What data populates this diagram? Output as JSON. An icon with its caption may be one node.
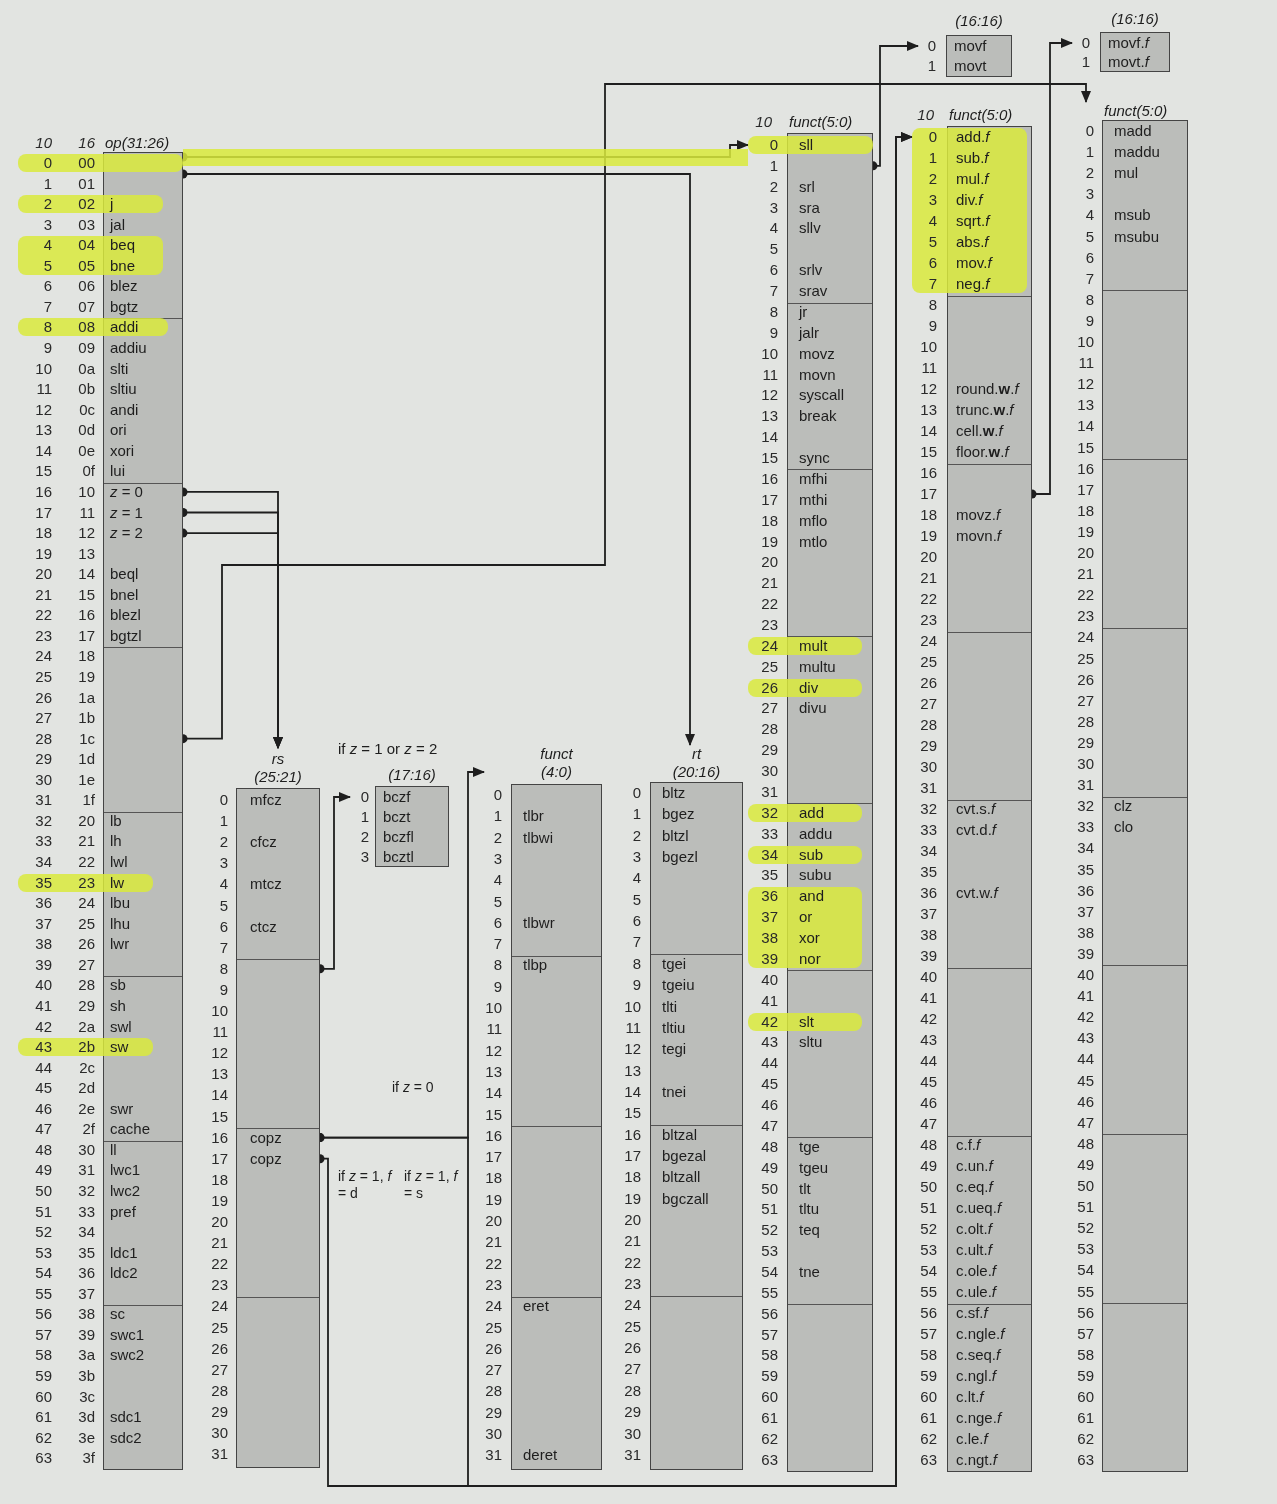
{
  "diagram": {
    "nodes": [
      {
        "text": [
          "op(31:26)",
          "j",
          "jal",
          "beq",
          "bne",
          "blez",
          "bgtz",
          "addi",
          "addiu",
          "slti",
          "sltiu",
          "andi",
          "ori",
          "xori",
          "lui",
          "*z* = 0",
          "*z* = 1",
          "*z* = 2",
          "beql",
          "bnel",
          "blezl",
          "bgtzl",
          "lb",
          "lh",
          "lwl",
          "lw",
          "lbu",
          "lhu",
          "lwr",
          "sb",
          "sh",
          "swl",
          "sw",
          "swr",
          "cache",
          "ll",
          "lwc1",
          "lwc2",
          "pref",
          "ldc1",
          "ldc2",
          "sc",
          "swc1",
          "swc2",
          "sdc1",
          "sdc2",
          "10",
          "16",
          "0",
          "1",
          "2",
          "3",
          "4",
          "5",
          "6",
          "7",
          "8",
          "9",
          "10",
          "11",
          "12",
          "13",
          "14",
          "15",
          "16",
          "17",
          "18",
          "19",
          "20",
          "21",
          "22",
          "23",
          "24",
          "25",
          "26",
          "27",
          "28",
          "29",
          "30",
          "31",
          "32",
          "33",
          "34",
          "35",
          "36",
          "37",
          "38",
          "39",
          "40",
          "41",
          "42",
          "43",
          "44",
          "45",
          "46",
          "47",
          "48",
          "49",
          "50",
          "51",
          "52",
          "53",
          "54",
          "55",
          "56",
          "57",
          "58",
          "59",
          "60",
          "61",
          "62",
          "63",
          "00",
          "01",
          "02",
          "03",
          "04",
          "05",
          "06",
          "07",
          "08",
          "09",
          "0a",
          "0b",
          "0c",
          "0d",
          "0e",
          "0f",
          "10",
          "11",
          "12",
          "13",
          "14",
          "15",
          "16",
          "17",
          "18",
          "19",
          "1a",
          "1b",
          "1c",
          "1d",
          "1e",
          "1f",
          "20",
          "21",
          "22",
          "23",
          "24",
          "25",
          "26",
          "27",
          "28",
          "29",
          "2a",
          "2b",
          "2c",
          "2d",
          "2e",
          "2f",
          "30",
          "31",
          "32",
          "33",
          "34",
          "35",
          "36",
          "37",
          "38",
          "39",
          "3a",
          "3b",
          "3c",
          "3d",
          "3e",
          "3f"
        ]
      },
      {
        "text": [
          "rs (25:21)",
          "mfcz",
          "cfcz",
          "mtcz",
          "ctcz",
          "copz",
          "copz",
          "0",
          "1",
          "2",
          "3",
          "4",
          "5",
          "6",
          "7",
          "8",
          "9",
          "10",
          "11",
          "12",
          "13",
          "14",
          "15",
          "16",
          "17",
          "18",
          "19",
          "20",
          "21",
          "22",
          "23",
          "24",
          "25",
          "26",
          "27",
          "28",
          "29",
          "30",
          "31"
        ]
      },
      {
        "text": [
          "(17:16)",
          "bczf",
          "bczt",
          "bczfl",
          "bcztl",
          "0",
          "1",
          "2",
          "3"
        ]
      },
      {
        "text": [
          "funct (4:0)",
          "tlbr",
          "tlbwi",
          "tlbwr",
          "tlbp",
          "eret",
          "deret",
          "0",
          "1",
          "2",
          "3",
          "4",
          "5",
          "6",
          "7",
          "8",
          "9",
          "10",
          "11",
          "12",
          "13",
          "14",
          "15",
          "16",
          "17",
          "18",
          "19",
          "20",
          "21",
          "22",
          "23",
          "24",
          "25",
          "26",
          "27",
          "28",
          "29",
          "30",
          "31"
        ]
      },
      {
        "text": [
          "rt (20:16)",
          "bltz",
          "bgez",
          "bltzl",
          "bgezl",
          "tgei",
          "tgeiu",
          "tlti",
          "tltiu",
          "tegi",
          "tnei",
          "bltzal",
          "bgezal",
          "bltzall",
          "bgczall",
          "0",
          "1",
          "2",
          "3",
          "4",
          "5",
          "6",
          "7",
          "8",
          "9",
          "10",
          "11",
          "12",
          "13",
          "14",
          "15",
          "16",
          "17",
          "18",
          "19",
          "20",
          "21",
          "22",
          "23",
          "24",
          "25",
          "26",
          "27",
          "28",
          "29",
          "30",
          "31"
        ]
      },
      {
        "text": [
          "funct(5:0)",
          "sll",
          "srl",
          "sra",
          "sllv",
          "srlv",
          "srav",
          "jr",
          "jalr",
          "movz",
          "movn",
          "syscall",
          "break",
          "sync",
          "mfhi",
          "mthi",
          "mflo",
          "mtlo",
          "mult",
          "multu",
          "div",
          "divu",
          "add",
          "addu",
          "sub",
          "subu",
          "and",
          "or",
          "xor",
          "nor",
          "slt",
          "sltu",
          "tge",
          "tgeu",
          "tlt",
          "tltu",
          "teq",
          "tne",
          "10",
          "0",
          "1",
          "2",
          "3",
          "4",
          "5",
          "6",
          "7",
          "8",
          "9",
          "10",
          "11",
          "12",
          "13",
          "14",
          "15",
          "16",
          "17",
          "18",
          "19",
          "20",
          "21",
          "22",
          "23",
          "24",
          "25",
          "26",
          "27",
          "28",
          "29",
          "30",
          "31",
          "32",
          "33",
          "34",
          "35",
          "36",
          "37",
          "38",
          "39",
          "40",
          "41",
          "42",
          "43",
          "44",
          "45",
          "46",
          "47",
          "48",
          "49",
          "50",
          "51",
          "52",
          "53",
          "54",
          "55",
          "56",
          "57",
          "58",
          "59",
          "60",
          "61",
          "62",
          "63"
        ]
      },
      {
        "text": [
          "(16:16)",
          "movf",
          "movt",
          "0",
          "1"
        ]
      },
      {
        "text": [
          "funct(5:0)",
          "add.*f*",
          "sub.*f*",
          "mul.*f*",
          "div.*f*",
          "sqrt.*f*",
          "abs.*f*",
          "mov.*f*",
          "neg.*f*",
          "round.**w**.*f*",
          "trunc.**w**.*f*",
          "cell.**w**.*f*",
          "floor.**w**.*f*",
          "movz.*f*",
          "movn.*f*",
          "cvt.s.*f*",
          "cvt.d.*f*",
          "cvt.w.*f*",
          "c.f.*f*",
          "c.un.*f*",
          "c.eq.*f*",
          "c.ueq.*f*",
          "c.olt.*f*",
          "c.ult.*f*",
          "c.ole.*f*",
          "c.ule.*f*",
          "c.sf.*f*",
          "c.ngle.*f*",
          "c.seq.*f*",
          "c.ngl.*f*",
          "c.lt.*f*",
          "c.nge.*f*",
          "c.le.*f*",
          "c.ngt.*f*",
          "10",
          "0",
          "1",
          "2",
          "3",
          "4",
          "5",
          "6",
          "7",
          "8",
          "9",
          "10",
          "11",
          "12",
          "13",
          "14",
          "15",
          "16",
          "17",
          "18",
          "19",
          "20",
          "21",
          "22",
          "23",
          "24",
          "25",
          "26",
          "27",
          "28",
          "29",
          "30",
          "31",
          "32",
          "33",
          "34",
          "35",
          "36",
          "37",
          "38",
          "39",
          "40",
          "41",
          "42",
          "43",
          "44",
          "45",
          "46",
          "47",
          "48",
          "49",
          "50",
          "51",
          "52",
          "53",
          "54",
          "55",
          "56",
          "57",
          "58",
          "59",
          "60",
          "61",
          "62",
          "63"
        ]
      },
      {
        "text": [
          "(16:16)",
          "movf.*f*",
          "movt.*f*",
          "0",
          "1"
        ]
      },
      {
        "text": [
          "funct(5:0)",
          "madd",
          "maddu",
          "mul",
          "msub",
          "msubu",
          "clz",
          "clo",
          "0",
          "1",
          "2",
          "3",
          "4",
          "5",
          "6",
          "7",
          "8",
          "9",
          "10",
          "11",
          "12",
          "13",
          "14",
          "15",
          "16",
          "17",
          "18",
          "19",
          "20",
          "21",
          "22",
          "23",
          "24",
          "25",
          "26",
          "27",
          "28",
          "29",
          "30",
          "31",
          "32",
          "33",
          "34",
          "35",
          "36",
          "37",
          "38",
          "39",
          "40",
          "41",
          "42",
          "43",
          "44",
          "45",
          "46",
          "47",
          "48",
          "49",
          "50",
          "51",
          "52",
          "53",
          "54",
          "55",
          "56",
          "57",
          "58",
          "59",
          "60",
          "61",
          "62",
          "63"
        ]
      }
    ],
    "edges": [
      {
        "from": 0,
        "to": 5,
        "arrow": "to"
      },
      {
        "from": 0,
        "to": 4,
        "arrow": "to"
      },
      {
        "from": 0,
        "to": 1,
        "arrow": "to"
      },
      {
        "from": 0,
        "to": 1,
        "arrow": "to"
      },
      {
        "from": 0,
        "to": 1,
        "arrow": "to"
      },
      {
        "from": 0,
        "to": 9,
        "arrow": "to"
      },
      {
        "from": 5,
        "to": 6,
        "arrow": "to"
      },
      {
        "from": 7,
        "to": 8,
        "arrow": "to"
      },
      {
        "from": 1,
        "to": 2,
        "arrow": "to"
      },
      {
        "from": 1,
        "to": 3,
        "arrow": "to",
        "label": "if *z* = 0"
      },
      {
        "from": 1,
        "to": 7,
        "arrow": "to",
        "label": "if *z* = 1, *f* = s"
      },
      {
        "from": 1,
        "to": 7,
        "arrow": "to",
        "label": "if *z* = 1, *f* = d"
      }
    ],
    "labels": [
      "if *z* = 1 or *z* = 2"
    ]
  }
}
